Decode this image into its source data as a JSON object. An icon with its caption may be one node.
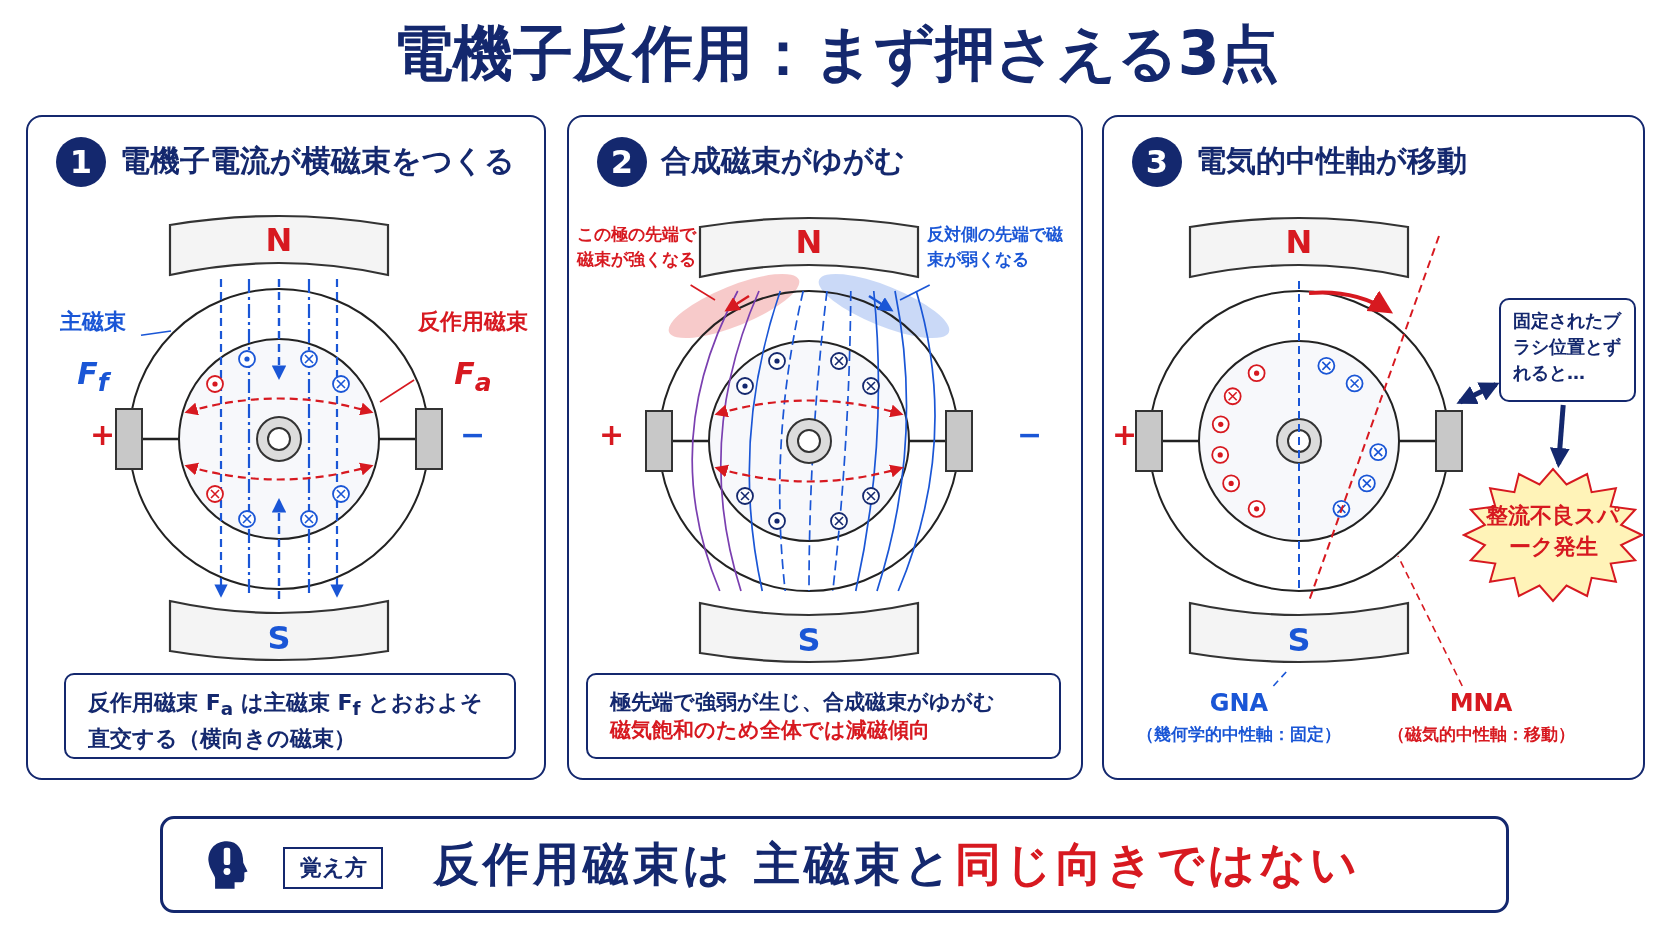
{
  "diagram": {
    "title": "電機子反作用：まず押さえる3点",
    "nodes": [
      {
        "text": [
          "1",
          "電機子電流が横磁束をつくる"
        ]
      },
      {
        "text": [
          "N"
        ],
        "in": 0
      },
      {
        "text": [
          "S"
        ],
        "in": 0
      },
      {
        "text": [
          "主磁束",
          "F$_{f}$"
        ],
        "in": 0
      },
      {
        "text": [
          "反作用磁束",
          "F$_{a}$"
        ],
        "in": 0
      },
      {
        "text": [
          "反作用磁束 F$_{a}$ は主磁束 F$_{f}$ とおおよそ直交する（横向きの磁束）"
        ],
        "in": 0
      },
      {
        "text": [
          "2",
          "合成磁束がゆがむ"
        ]
      },
      {
        "text": [
          "この極の先端で磁束が強くなる"
        ],
        "in": 6
      },
      {
        "text": [
          "N"
        ],
        "in": 6
      },
      {
        "text": [
          "反対側の先端で磁束が弱くなる"
        ],
        "in": 6
      },
      {
        "text": [
          "S"
        ],
        "in": 6
      },
      {
        "text": [
          "極先端で強弱が生じ、合成磁束がゆがむ",
          "磁気飽和のため全体では減磁傾向"
        ],
        "in": 6
      },
      {
        "text": [
          "3",
          "電気的中性軸が移動"
        ]
      },
      {
        "text": [
          "N"
        ],
        "in": 12
      },
      {
        "text": [
          "固定されたブラシ位置とずれると…"
        ],
        "in": 12
      },
      {
        "text": [
          "整流不良スパーク発生"
        ],
        "in": 12
      },
      {
        "text": [
          "S"
        ],
        "in": 12
      },
      {
        "text": [
          "GNA",
          "（幾何学的中性軸：固定）"
        ],
        "in": 12
      },
      {
        "text": [
          "MNA",
          "（磁気的中性軸：移動）"
        ],
        "in": 12
      },
      {
        "text": [
          "反作用磁束は 主磁束と",
          "同じ向きではない"
        ]
      },
      {
        "text": [
          "覚え方"
        ],
        "in": 19
      }
    ],
    "edges": [
      {
        "from": 3,
        "to": null,
        "arrow": "none",
        "color": "#1a56d6"
      },
      {
        "from": 4,
        "to": null,
        "arrow": "none",
        "color": "#d71920"
      },
      {
        "from": 7,
        "to": null,
        "arrow": "none",
        "color": "#d71920"
      },
      {
        "from": 9,
        "to": null,
        "arrow": "none",
        "color": "#1a56d6"
      },
      {
        "from": 14,
        "to": null,
        "arrow": "both",
        "style": "thick",
        "color": "#14286e"
      },
      {
        "from": 14,
        "to": 15,
        "arrow": "to",
        "style": "thick",
        "color": "#14286e"
      },
      {
        "from": 17,
        "to": null,
        "arrow": "none",
        "style": "dashed",
        "color": "#1a56d6"
      },
      {
        "from": 18,
        "to": null,
        "arrow": "none",
        "style": "dashed",
        "color": "#d71920"
      }
    ],
    "labels": [
      "+",
      "−",
      "+",
      "−",
      "+"
    ]
  }
}
